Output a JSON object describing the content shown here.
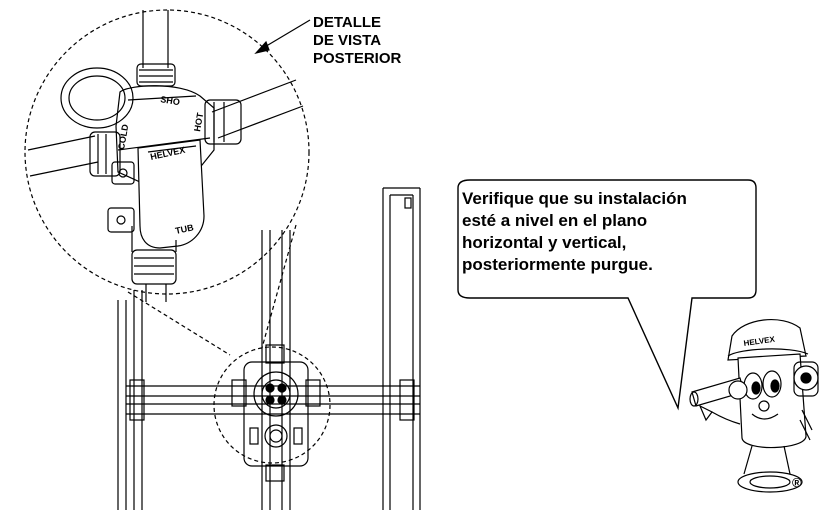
{
  "callout": {
    "line1": "DETALLE",
    "line2": "DE VISTA",
    "line3": "POSTERIOR"
  },
  "bubble": {
    "line1": "Verifique que su instalación",
    "line2": "esté a nivel en el plano",
    "line3": "horizontal y vertical,",
    "line4": "posteriormente purgue."
  },
  "valve_labels": {
    "top": "SHO",
    "left": "COLD",
    "right": "HOT",
    "brand": "HELVEX",
    "bottom": "TUB"
  },
  "mascot": {
    "cap_text": "HELVEX",
    "registered": "®"
  }
}
